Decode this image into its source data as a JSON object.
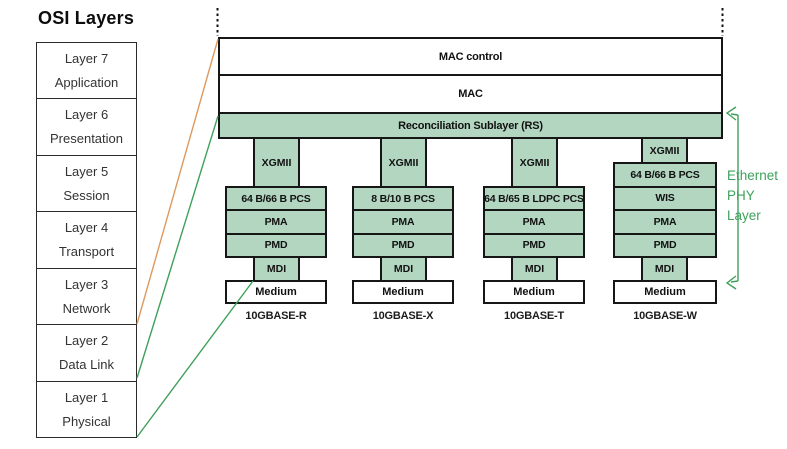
{
  "colors": {
    "box_fill_green": "#b3d6c1",
    "annotation_green": "#3ea15b",
    "orange": "#dd9a5e",
    "line_black": "#111111"
  },
  "osi": {
    "title": "OSI Layers",
    "layers": [
      {
        "num": "Layer 7",
        "name": "Application"
      },
      {
        "num": "Layer 6",
        "name": "Presentation"
      },
      {
        "num": "Layer 5",
        "name": "Session"
      },
      {
        "num": "Layer 4",
        "name": "Transport"
      },
      {
        "num": "Layer 3",
        "name": "Network"
      },
      {
        "num": "Layer 2",
        "name": "Data Link"
      },
      {
        "num": "Layer 1",
        "name": "Physical"
      }
    ]
  },
  "mac_stack": {
    "mac_control": "MAC control",
    "mac": "MAC",
    "rs": "Reconciliation Sublayer (RS)"
  },
  "columns": [
    {
      "xgmii": "XGMII",
      "stack": [
        "64 B/66 B PCS",
        "PMA",
        "PMD"
      ],
      "mdi": "MDI",
      "medium": "Medium",
      "label": "10GBASE-R"
    },
    {
      "xgmii": "XGMII",
      "stack": [
        "8 B/10 B PCS",
        "PMA",
        "PMD"
      ],
      "mdi": "MDI",
      "medium": "Medium",
      "label": "10GBASE-X"
    },
    {
      "xgmii": "XGMII",
      "stack": [
        "64 B/65 B LDPC PCS",
        "PMA",
        "PMD"
      ],
      "mdi": "MDI",
      "medium": "Medium",
      "label": "10GBASE-T"
    },
    {
      "xgmii": "XGMII",
      "stack": [
        "64 B/66 B PCS",
        "WIS",
        "PMA",
        "PMD"
      ],
      "mdi": "MDI",
      "medium": "Medium",
      "label": "10GBASE-W"
    }
  ],
  "annotation": {
    "lines": [
      "Ethernet",
      "PHY",
      "Layer"
    ]
  }
}
